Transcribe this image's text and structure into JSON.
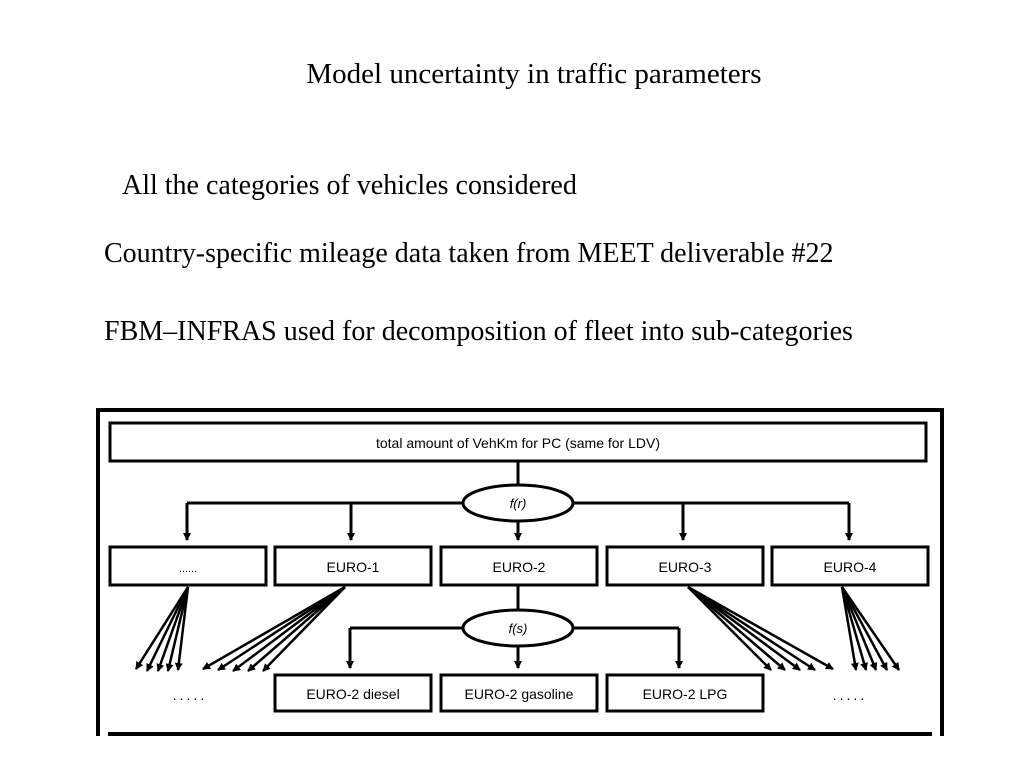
{
  "slide": {
    "title": "Model uncertainty in traffic parameters",
    "bullets": [
      "All the categories of vehicles considered",
      "Country-specific mileage data taken from MEET deliverable #22",
      "FBM–INFRAS used for decomposition of fleet into sub-categories"
    ]
  },
  "diagram": {
    "top_box": "total amount of VehKm for PC (same for LDV)",
    "split_function_1": "f(r)",
    "split_function_2": "f(s)",
    "euro_classes": [
      "......",
      "EURO-1",
      "EURO-2",
      "EURO-3",
      "EURO-4"
    ],
    "fuel_subcategories": [
      "EURO-2 diesel",
      "EURO-2 gasoline",
      "EURO-2 LPG"
    ],
    "ellipsis_left": ".....",
    "ellipsis_right": "....."
  }
}
